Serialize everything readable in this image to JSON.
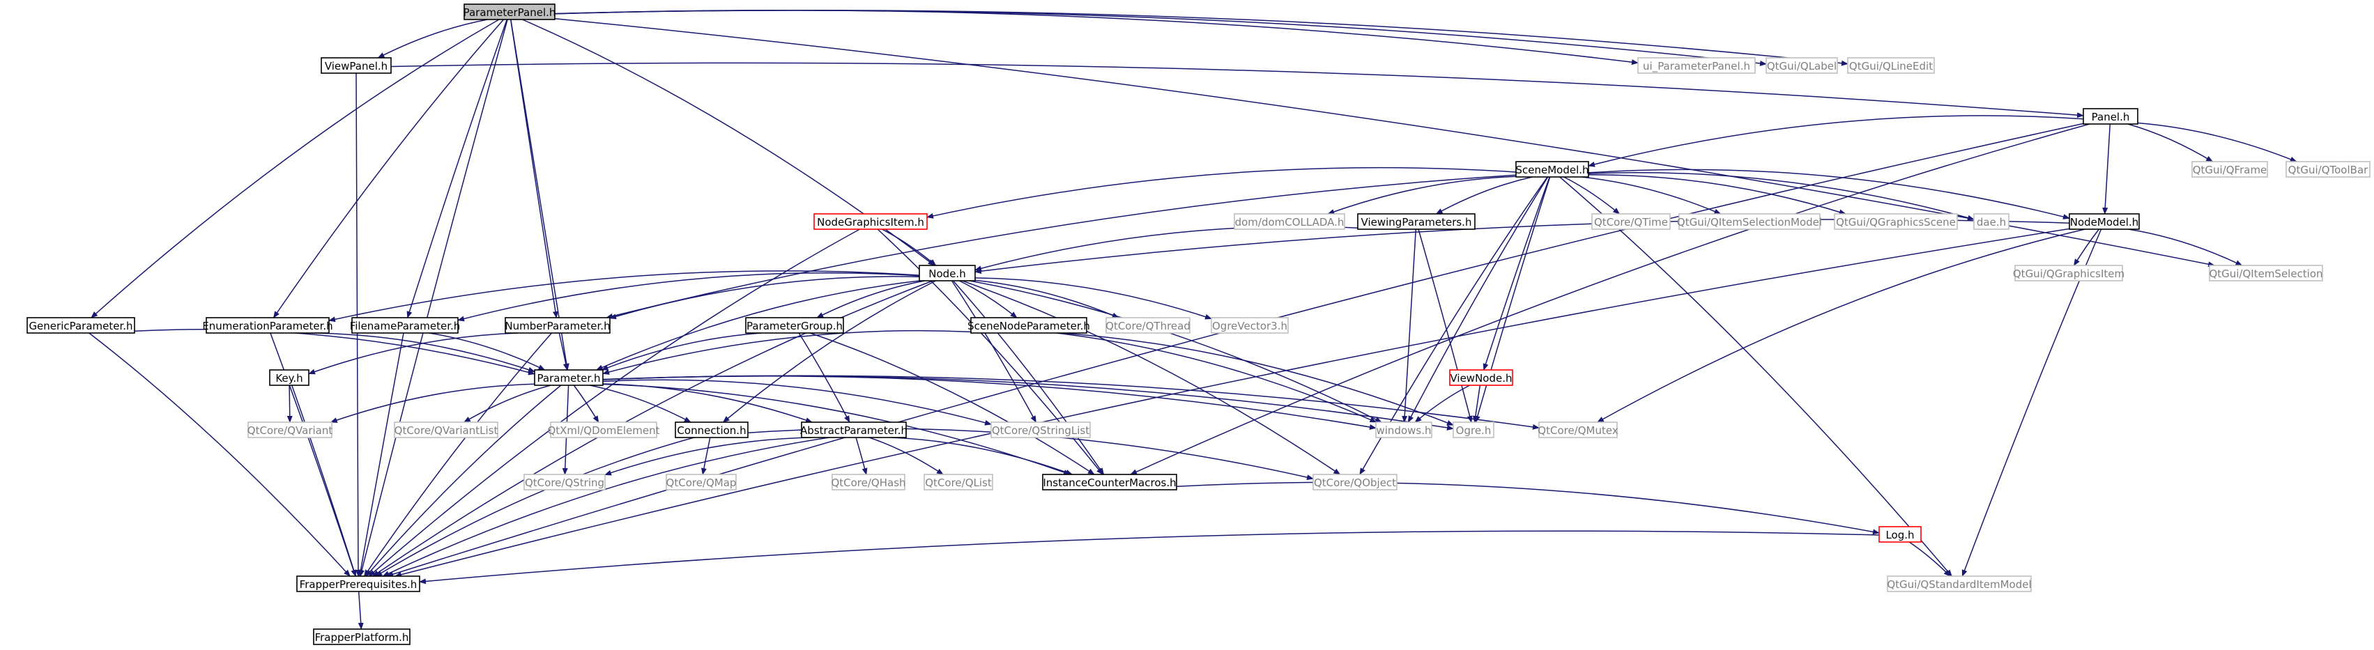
{
  "colors": {
    "node_border": "#000000",
    "external_border": "#bfbfbf",
    "missing_border": "#ff0000",
    "root_fill": "#bfbfbf",
    "edge": "#191970",
    "text": "#000000",
    "external_text": "#7f7f7f"
  },
  "nodes": [
    {
      "id": "ParameterPanel_h",
      "label": "ParameterPanel.h",
      "kind": "root"
    },
    {
      "id": "ViewPanel_h",
      "label": "ViewPanel.h",
      "kind": "node"
    },
    {
      "id": "ui_ParameterPanel_h",
      "label": "ui_ParameterPanel.h",
      "kind": "external"
    },
    {
      "id": "QtGui_QLabel",
      "label": "QtGui/QLabel",
      "kind": "external"
    },
    {
      "id": "QtGui_QLineEdit",
      "label": "QtGui/QLineEdit",
      "kind": "external"
    },
    {
      "id": "Panel_h",
      "label": "Panel.h",
      "kind": "node"
    },
    {
      "id": "QtGui_QFrame",
      "label": "QtGui/QFrame",
      "kind": "external"
    },
    {
      "id": "QtGui_QToolBar",
      "label": "QtGui/QToolBar",
      "kind": "external"
    },
    {
      "id": "SceneModel_h",
      "label": "SceneModel.h",
      "kind": "node"
    },
    {
      "id": "NodeGraphicsItem_h",
      "label": "NodeGraphicsItem.h",
      "kind": "missing"
    },
    {
      "id": "dom_domCOLLADA_h",
      "label": "dom/domCOLLADA.h",
      "kind": "external"
    },
    {
      "id": "ViewingParameters_h",
      "label": "ViewingParameters.h",
      "kind": "node"
    },
    {
      "id": "QtCore_QTime",
      "label": "QtCore/QTime",
      "kind": "external"
    },
    {
      "id": "QtGui_QItemSelectionModel",
      "label": "QtGui/QItemSelectionModel",
      "kind": "external"
    },
    {
      "id": "QtGui_QGraphicsScene",
      "label": "QtGui/QGraphicsScene",
      "kind": "external"
    },
    {
      "id": "dae_h",
      "label": "dae.h",
      "kind": "external"
    },
    {
      "id": "NodeModel_h",
      "label": "NodeModel.h",
      "kind": "node"
    },
    {
      "id": "Node_h",
      "label": "Node.h",
      "kind": "node"
    },
    {
      "id": "QtGui_QGraphicsItem",
      "label": "QtGui/QGraphicsItem",
      "kind": "external"
    },
    {
      "id": "QtGui_QItemSelection",
      "label": "QtGui/QItemSelection",
      "kind": "external"
    },
    {
      "id": "GenericParameter_h",
      "label": "GenericParameter.h",
      "kind": "node"
    },
    {
      "id": "EnumerationParameter_h",
      "label": "EnumerationParameter.h",
      "kind": "node"
    },
    {
      "id": "FilenameParameter_h",
      "label": "FilenameParameter.h",
      "kind": "node"
    },
    {
      "id": "NumberParameter_h",
      "label": "NumberParameter.h",
      "kind": "node"
    },
    {
      "id": "ParameterGroup_h",
      "label": "ParameterGroup.h",
      "kind": "node"
    },
    {
      "id": "SceneNodeParameter_h",
      "label": "SceneNodeParameter.h",
      "kind": "node"
    },
    {
      "id": "QtCore_QThread",
      "label": "QtCore/QThread",
      "kind": "external"
    },
    {
      "id": "OgreVector3_h",
      "label": "OgreVector3.h",
      "kind": "external"
    },
    {
      "id": "Key_h",
      "label": "Key.h",
      "kind": "node"
    },
    {
      "id": "Parameter_h",
      "label": "Parameter.h",
      "kind": "node"
    },
    {
      "id": "ViewNode_h",
      "label": "ViewNode.h",
      "kind": "missing"
    },
    {
      "id": "QtCore_QVariant",
      "label": "QtCore/QVariant",
      "kind": "external"
    },
    {
      "id": "QtCore_QVariantList",
      "label": "QtCore/QVariantList",
      "kind": "external"
    },
    {
      "id": "QtXml_QDomElement",
      "label": "QtXml/QDomElement",
      "kind": "external"
    },
    {
      "id": "Connection_h",
      "label": "Connection.h",
      "kind": "node"
    },
    {
      "id": "AbstractParameter_h",
      "label": "AbstractParameter.h",
      "kind": "node"
    },
    {
      "id": "QtCore_QStringList",
      "label": "QtCore/QStringList",
      "kind": "external"
    },
    {
      "id": "windows_h",
      "label": "windows.h",
      "kind": "external"
    },
    {
      "id": "Ogre_h",
      "label": "Ogre.h",
      "kind": "external"
    },
    {
      "id": "QtCore_QMutex",
      "label": "QtCore/QMutex",
      "kind": "external"
    },
    {
      "id": "QtCore_QString",
      "label": "QtCore/QString",
      "kind": "external"
    },
    {
      "id": "QtCore_QMap",
      "label": "QtCore/QMap",
      "kind": "external"
    },
    {
      "id": "QtCore_QHash",
      "label": "QtCore/QHash",
      "kind": "external"
    },
    {
      "id": "QtCore_QList",
      "label": "QtCore/QList",
      "kind": "external"
    },
    {
      "id": "InstanceCounterMacros_h",
      "label": "InstanceCounterMacros.h",
      "kind": "node"
    },
    {
      "id": "QtCore_QObject",
      "label": "QtCore/QObject",
      "kind": "external"
    },
    {
      "id": "Log_h",
      "label": "Log.h",
      "kind": "missing"
    },
    {
      "id": "FrapperPrerequisites_h",
      "label": "FrapperPrerequisites.h",
      "kind": "node"
    },
    {
      "id": "QtGui_QStandardItemModel",
      "label": "QtGui/QStandardItemModel",
      "kind": "external"
    },
    {
      "id": "FrapperPlatform_h",
      "label": "FrapperPlatform.h",
      "kind": "node"
    }
  ],
  "edges": [
    [
      "ParameterPanel_h",
      "ViewPanel_h"
    ],
    [
      "ParameterPanel_h",
      "ui_ParameterPanel_h"
    ],
    [
      "ParameterPanel_h",
      "QtGui_QLabel"
    ],
    [
      "ParameterPanel_h",
      "QtGui_QLineEdit"
    ],
    [
      "ParameterPanel_h",
      "QtGui_QItemSelection"
    ],
    [
      "ParameterPanel_h",
      "GenericParameter_h"
    ],
    [
      "ParameterPanel_h",
      "EnumerationParameter_h"
    ],
    [
      "ParameterPanel_h",
      "FilenameParameter_h"
    ],
    [
      "ParameterPanel_h",
      "NumberParameter_h"
    ],
    [
      "ParameterPanel_h",
      "Parameter_h"
    ],
    [
      "ParameterPanel_h",
      "Node_h"
    ],
    [
      "ParameterPanel_h",
      "FrapperPrerequisites_h"
    ],
    [
      "ViewPanel_h",
      "Panel_h"
    ],
    [
      "ViewPanel_h",
      "FrapperPrerequisites_h"
    ],
    [
      "Panel_h",
      "QtGui_QFrame"
    ],
    [
      "Panel_h",
      "QtGui_QToolBar"
    ],
    [
      "Panel_h",
      "SceneModel_h"
    ],
    [
      "Panel_h",
      "NodeModel_h"
    ],
    [
      "Panel_h",
      "InstanceCounterMacros_h"
    ],
    [
      "Panel_h",
      "FrapperPrerequisites_h"
    ],
    [
      "SceneModel_h",
      "NodeGraphicsItem_h"
    ],
    [
      "SceneModel_h",
      "dom_domCOLLADA_h"
    ],
    [
      "SceneModel_h",
      "ViewingParameters_h"
    ],
    [
      "SceneModel_h",
      "QtCore_QTime"
    ],
    [
      "SceneModel_h",
      "QtGui_QItemSelectionModel"
    ],
    [
      "SceneModel_h",
      "QtGui_QGraphicsScene"
    ],
    [
      "SceneModel_h",
      "dae_h"
    ],
    [
      "SceneModel_h",
      "NodeModel_h"
    ],
    [
      "SceneModel_h",
      "NumberParameter_h"
    ],
    [
      "SceneModel_h",
      "ViewNode_h"
    ],
    [
      "SceneModel_h",
      "windows_h"
    ],
    [
      "SceneModel_h",
      "Ogre_h"
    ],
    [
      "SceneModel_h",
      "QtCore_QObject"
    ],
    [
      "SceneModel_h",
      "QtGui_QStandardItemModel"
    ],
    [
      "NodeGraphicsItem_h",
      "Node_h"
    ],
    [
      "NodeGraphicsItem_h",
      "FrapperPrerequisites_h"
    ],
    [
      "NodeGraphicsItem_h",
      "InstanceCounterMacros_h"
    ],
    [
      "ViewingParameters_h",
      "Node_h"
    ],
    [
      "ViewingParameters_h",
      "windows_h"
    ],
    [
      "ViewingParameters_h",
      "Ogre_h"
    ],
    [
      "NodeModel_h",
      "Node_h"
    ],
    [
      "NodeModel_h",
      "QtGui_QGraphicsItem"
    ],
    [
      "NodeModel_h",
      "QtGui_QItemSelection"
    ],
    [
      "NodeModel_h",
      "QtCore_QMutex"
    ],
    [
      "NodeModel_h",
      "FrapperPrerequisites_h"
    ],
    [
      "NodeModel_h",
      "QtGui_QStandardItemModel"
    ],
    [
      "Node_h",
      "EnumerationParameter_h"
    ],
    [
      "Node_h",
      "FilenameParameter_h"
    ],
    [
      "Node_h",
      "NumberParameter_h"
    ],
    [
      "Node_h",
      "ParameterGroup_h"
    ],
    [
      "Node_h",
      "SceneNodeParameter_h"
    ],
    [
      "Node_h",
      "QtCore_QThread"
    ],
    [
      "Node_h",
      "OgreVector3_h"
    ],
    [
      "Node_h",
      "Parameter_h"
    ],
    [
      "Node_h",
      "Connection_h"
    ],
    [
      "Node_h",
      "QtCore_QStringList"
    ],
    [
      "Node_h",
      "windows_h"
    ],
    [
      "Node_h",
      "InstanceCounterMacros_h"
    ],
    [
      "Node_h",
      "QtCore_QObject"
    ],
    [
      "Node_h",
      "FrapperPrerequisites_h"
    ],
    [
      "GenericParameter_h",
      "Parameter_h"
    ],
    [
      "GenericParameter_h",
      "FrapperPrerequisites_h"
    ],
    [
      "EnumerationParameter_h",
      "Parameter_h"
    ],
    [
      "EnumerationParameter_h",
      "FrapperPrerequisites_h"
    ],
    [
      "FilenameParameter_h",
      "Parameter_h"
    ],
    [
      "FilenameParameter_h",
      "FrapperPrerequisites_h"
    ],
    [
      "NumberParameter_h",
      "Parameter_h"
    ],
    [
      "NumberParameter_h",
      "Key_h"
    ],
    [
      "NumberParameter_h",
      "FrapperPrerequisites_h"
    ],
    [
      "ParameterGroup_h",
      "Parameter_h"
    ],
    [
      "ParameterGroup_h",
      "AbstractParameter_h"
    ],
    [
      "ParameterGroup_h",
      "InstanceCounterMacros_h"
    ],
    [
      "SceneNodeParameter_h",
      "Parameter_h"
    ],
    [
      "SceneNodeParameter_h",
      "windows_h"
    ],
    [
      "SceneNodeParameter_h",
      "Ogre_h"
    ],
    [
      "Key_h",
      "QtCore_QVariant"
    ],
    [
      "Key_h",
      "FrapperPrerequisites_h"
    ],
    [
      "Parameter_h",
      "QtCore_QVariant"
    ],
    [
      "Parameter_h",
      "QtCore_QVariantList"
    ],
    [
      "Parameter_h",
      "QtXml_QDomElement"
    ],
    [
      "Parameter_h",
      "Connection_h"
    ],
    [
      "Parameter_h",
      "AbstractParameter_h"
    ],
    [
      "Parameter_h",
      "QtCore_QStringList"
    ],
    [
      "Parameter_h",
      "windows_h"
    ],
    [
      "Parameter_h",
      "Ogre_h"
    ],
    [
      "Parameter_h",
      "QtCore_QMutex"
    ],
    [
      "Parameter_h",
      "QtCore_QString"
    ],
    [
      "Parameter_h",
      "InstanceCounterMacros_h"
    ],
    [
      "Parameter_h",
      "FrapperPrerequisites_h"
    ],
    [
      "ViewNode_h",
      "windows_h"
    ],
    [
      "ViewNode_h",
      "Ogre_h"
    ],
    [
      "Connection_h",
      "QtCore_QObject"
    ],
    [
      "Connection_h",
      "QtCore_QMap"
    ],
    [
      "Connection_h",
      "FrapperPrerequisites_h"
    ],
    [
      "AbstractParameter_h",
      "QtCore_QString"
    ],
    [
      "AbstractParameter_h",
      "QtCore_QHash"
    ],
    [
      "AbstractParameter_h",
      "QtCore_QList"
    ],
    [
      "AbstractParameter_h",
      "InstanceCounterMacros_h"
    ],
    [
      "AbstractParameter_h",
      "FrapperPrerequisites_h"
    ],
    [
      "InstanceCounterMacros_h",
      "Log_h"
    ],
    [
      "Log_h",
      "FrapperPrerequisites_h"
    ],
    [
      "Log_h",
      "QtGui_QStandardItemModel"
    ],
    [
      "FrapperPrerequisites_h",
      "FrapperPlatform_h"
    ]
  ]
}
